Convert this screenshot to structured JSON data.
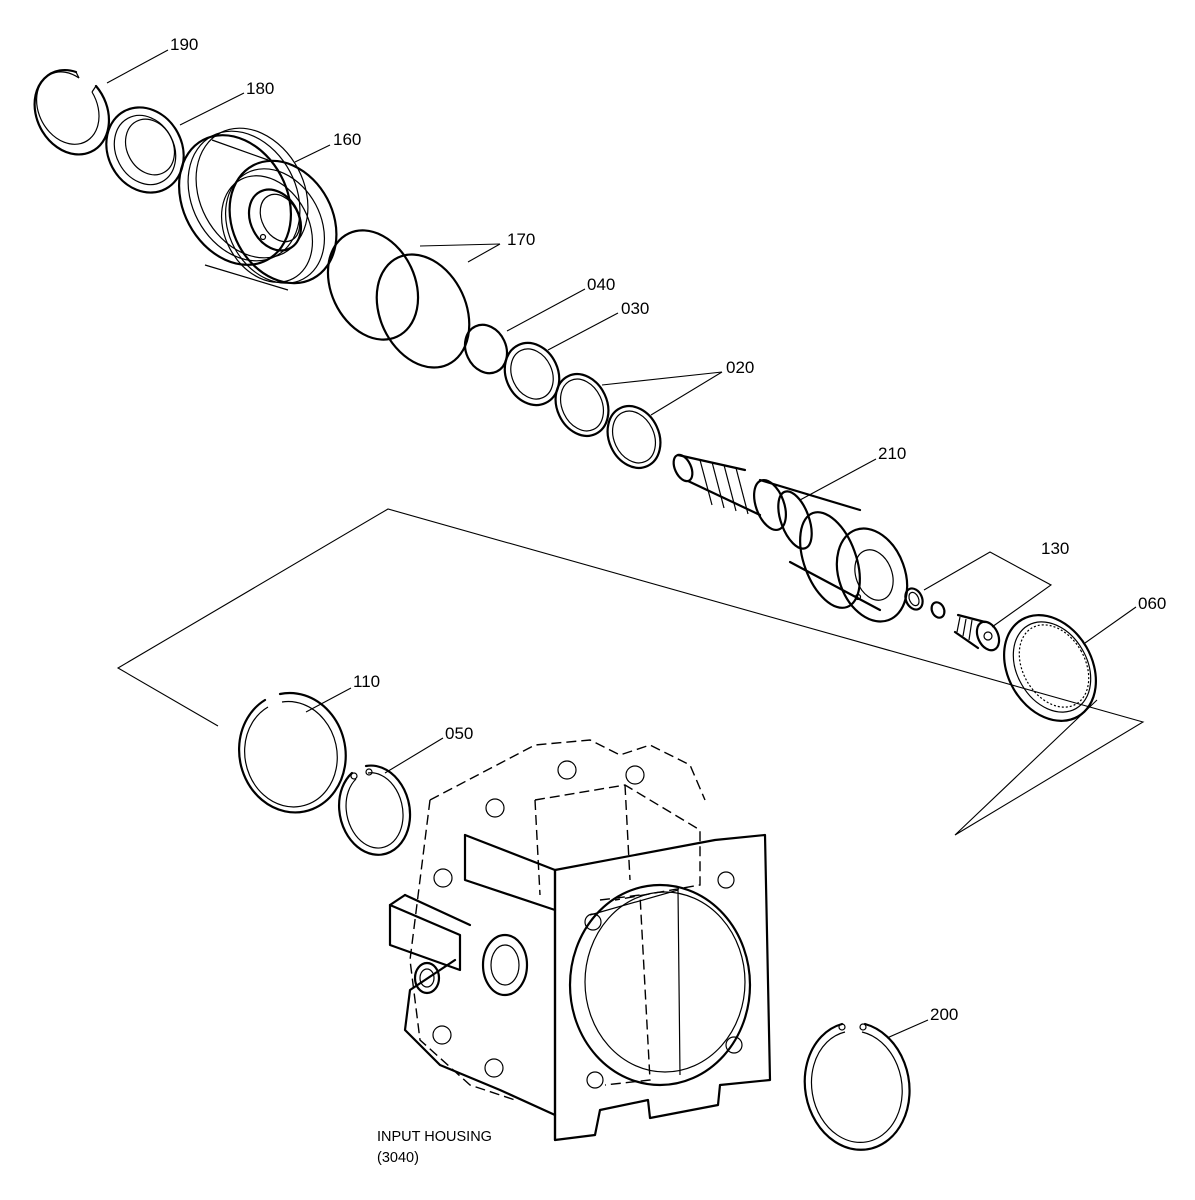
{
  "callouts": {
    "p190": "190",
    "p180": "180",
    "p160": "160",
    "p170": "170",
    "p040": "040",
    "p030": "030",
    "p020": "020",
    "p210": "210",
    "p130": "130",
    "p060": "060",
    "p110": "110",
    "p050": "050",
    "p200": "200"
  },
  "housing": {
    "name": "INPUT HOUSING",
    "code": "(3040)"
  }
}
